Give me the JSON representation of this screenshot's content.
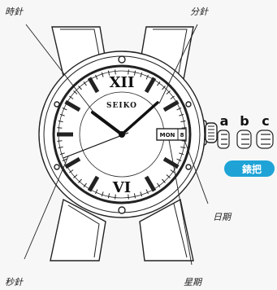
{
  "labels": {
    "hour_hand": "時針",
    "minute_hand": "分針",
    "second_hand": "秒針",
    "date": "日期",
    "day": "星期",
    "crown": "錶把"
  },
  "crown_positions": [
    "a",
    "b",
    "c"
  ],
  "dial": {
    "brand": "SEIKO",
    "numeral_top": "XII",
    "numeral_bottom": "VI",
    "day_window": "MON",
    "date_window": "8"
  },
  "colors": {
    "line": "#222222",
    "crown_badge": "#1fa3d6",
    "background": "#f7f7f7"
  }
}
